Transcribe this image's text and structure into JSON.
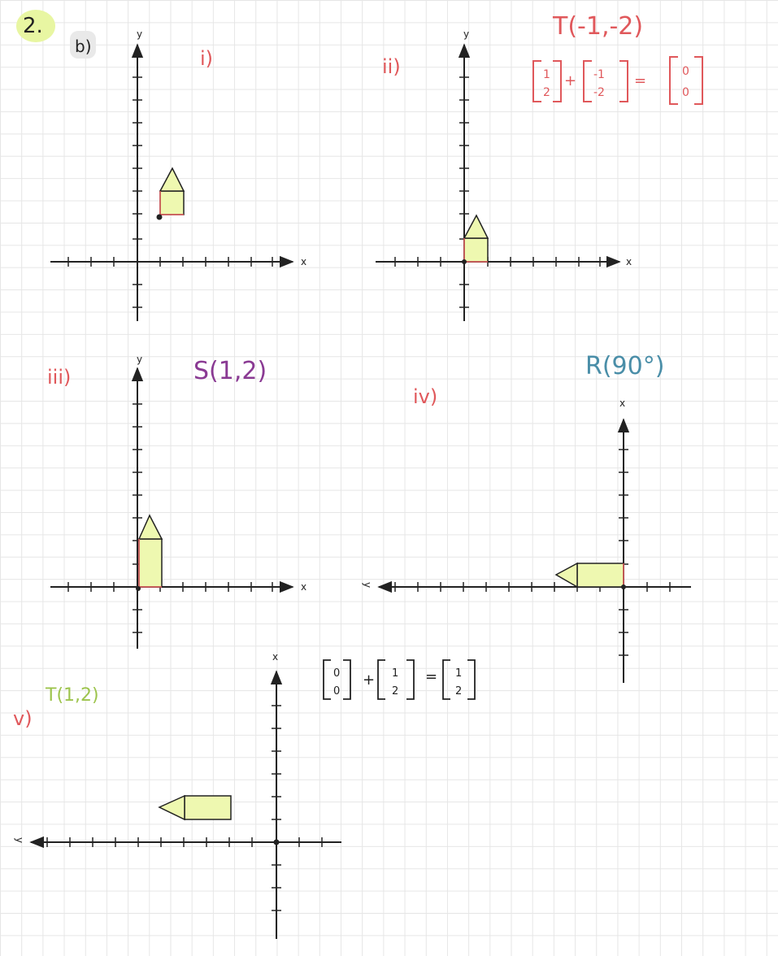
{
  "problem": {
    "number": "2.",
    "part": "b)"
  },
  "graphs": [
    {
      "label": "i)",
      "x_axis": "x",
      "y_axis": "y",
      "note": "",
      "vector": null
    },
    {
      "label": "ii)",
      "x_axis": "x",
      "y_axis": "y",
      "note": "T(-1,-2)",
      "vector": {
        "a": [
          "1",
          "2"
        ],
        "b": [
          "-1",
          "-2"
        ],
        "result": [
          "0",
          "0"
        ],
        "op": "+",
        "eq": "="
      }
    },
    {
      "label": "iii)",
      "x_axis": "x",
      "y_axis": "y",
      "note": "S(1,2)",
      "vector": null
    },
    {
      "label": "iv)",
      "x_axis": "x",
      "y_axis": "y",
      "note": "R(90°)",
      "vector": null
    },
    {
      "label": "v)",
      "x_axis": "x",
      "y_axis": "y",
      "note": "T(1,2)",
      "vector": {
        "a": [
          "0",
          "0"
        ],
        "b": [
          "1",
          "2"
        ],
        "result": [
          "1",
          "2"
        ],
        "op": "+",
        "eq": "="
      }
    }
  ],
  "colors": {
    "grid": "#e6e6e6",
    "pencil": "#222222",
    "red_ink": "#e0585b",
    "purple_ink": "#8a3a93",
    "blue_ink": "#4a8ea8",
    "green_ink": "#9dc44d",
    "highlight": "#e8f6a2",
    "shape_fill": "#eef8b0"
  }
}
